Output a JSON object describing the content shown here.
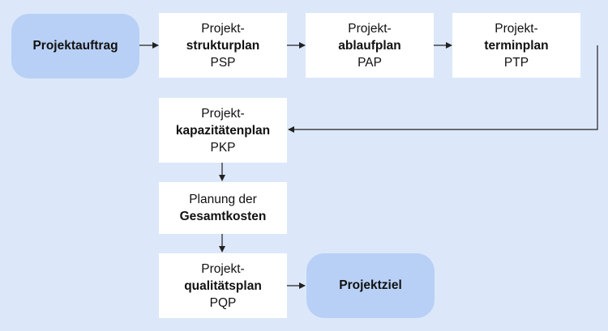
{
  "nodes": {
    "projektauftrag": {
      "label": "Projektauftrag"
    },
    "psp": {
      "line1": "Projekt-",
      "bold": "strukturplan",
      "abbr": "PSP"
    },
    "pap": {
      "line1": "Projekt-",
      "bold": "ablaufplan",
      "abbr": "PAP"
    },
    "ptp": {
      "line1": "Projekt-",
      "bold": "terminplan",
      "abbr": "PTP"
    },
    "pkp": {
      "line1": "Projekt-",
      "bold": "kapazitätenplan",
      "abbr": "PKP"
    },
    "gesamtkosten": {
      "line1": "Planung der",
      "bold": "Gesamtkosten"
    },
    "pqp": {
      "line1": "Projekt-",
      "bold": "qualitätsplan",
      "abbr": "PQP"
    },
    "projektziel": {
      "label": "Projektziel"
    }
  },
  "colors": {
    "background": "#dce8fa",
    "box": "#ffffff",
    "terminal": "#b8d0f5",
    "arrow": "#222222"
  }
}
